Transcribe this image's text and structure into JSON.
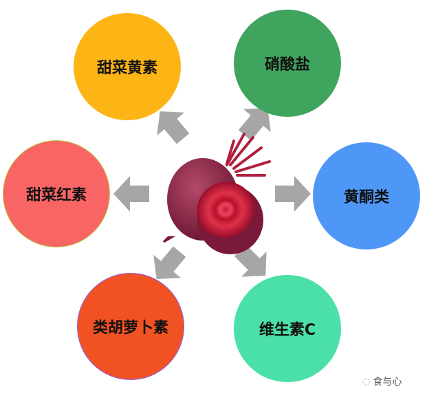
{
  "center": {
    "icon": "beetroot-image"
  },
  "nodes": [
    {
      "id": "betaxanthin",
      "label": "甜菜黄素",
      "color": "#FDB515"
    },
    {
      "id": "nitrate",
      "label": "硝酸盐",
      "color": "#3FA45E"
    },
    {
      "id": "flavonoids",
      "label": "黄酮类",
      "color": "#4F97F7"
    },
    {
      "id": "vitamin-c",
      "label": "维生素C",
      "color": "#4BE0A8"
    },
    {
      "id": "carotene",
      "label": "类胡萝卜素",
      "color": "#F05223"
    },
    {
      "id": "betacyanin",
      "label": "甜菜红素",
      "color": "#F96565"
    }
  ],
  "arrow_color": "#A6A6A6",
  "watermark": {
    "text": "食与心",
    "icon": "wechat-icon"
  }
}
